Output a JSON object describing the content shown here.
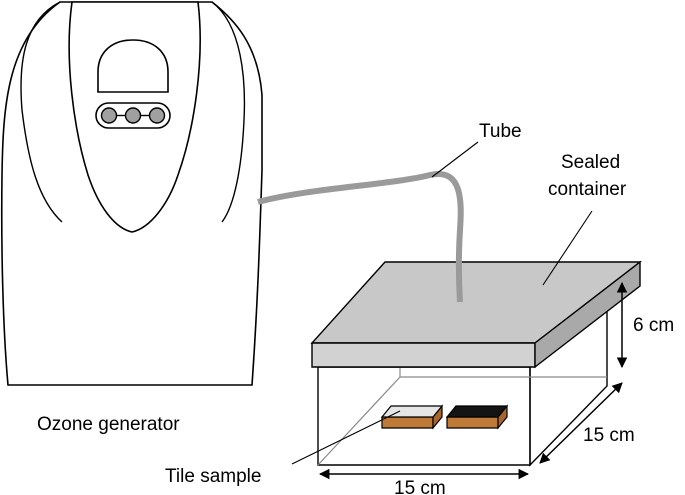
{
  "labels": {
    "tube": "Tube",
    "sealed_line1": "Sealed",
    "sealed_line2": "container",
    "height": "6 cm",
    "depth": "15 cm",
    "width": "15 cm",
    "generator": "Ozone generator",
    "tile": "Tile sample"
  },
  "colors": {
    "outline": "#000000",
    "lid_top": "#c8c8c8",
    "lid_front": "#d2d2d2",
    "lid_side": "#a9a9a9",
    "tube": "#9a9a9a",
    "button": "#a0a0a0",
    "tile_white": "#e6e6e6",
    "tile_black": "#141414",
    "tile_base": "#c07a37"
  }
}
